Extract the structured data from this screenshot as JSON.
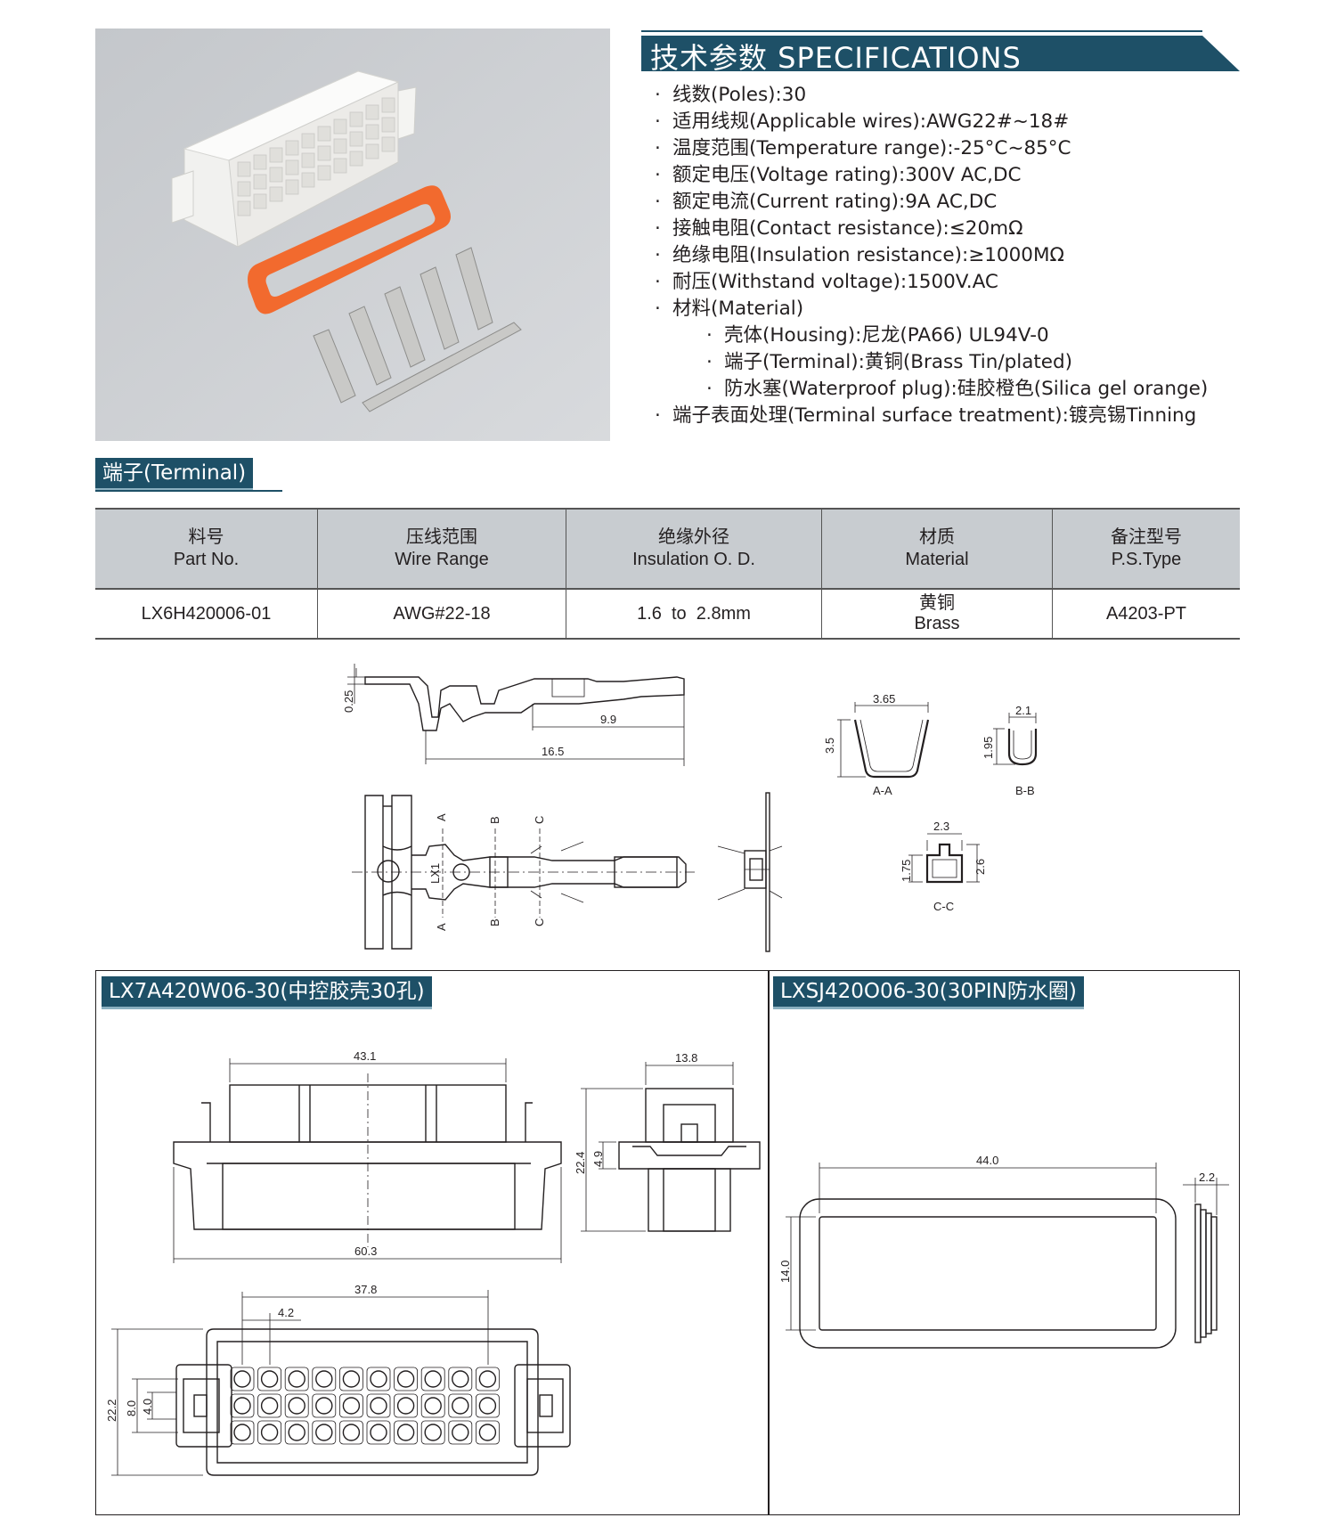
{
  "spec_header": "技术参数 SPECIFICATIONS",
  "specs": [
    {
      "text": "线数(Poles):30",
      "level": 0
    },
    {
      "text": "适用线规(Applicable wires):AWG22#~18#",
      "level": 0
    },
    {
      "text": "温度范围(Temperature range):-25°C~85°C",
      "level": 0
    },
    {
      "text": "额定电压(Voltage rating):300V AC,DC",
      "level": 0
    },
    {
      "text": "额定电流(Current rating):9A AC,DC",
      "level": 0
    },
    {
      "text": "接触电阻(Contact resistance):≤20mΩ",
      "level": 0
    },
    {
      "text": "绝缘电阻(Insulation resistance):≥1000MΩ",
      "level": 0
    },
    {
      "text": "耐压(Withstand voltage):1500V.AC",
      "level": 0
    },
    {
      "text": "材料(Material)",
      "level": 0
    },
    {
      "text": "壳体(Housing):尼龙(PA66) UL94V-0",
      "level": 1
    },
    {
      "text": "端子(Terminal):黄铜(Brass Tin/plated)",
      "level": 1
    },
    {
      "text": "防水塞(Waterproof plug):硅胶橙色(Silica gel orange)",
      "level": 1
    },
    {
      "text": "端子表面处理(Terminal surface treatment):镀亮锡Tinning",
      "level": 0
    }
  ],
  "bullet": "·",
  "terminal_tab": "端子(Terminal)",
  "terminal_table": {
    "headers": [
      {
        "cn": "料号",
        "en": "Part No."
      },
      {
        "cn": "压线范围",
        "en": "Wire Range"
      },
      {
        "cn": "绝缘外径",
        "en": "Insulation O. D."
      },
      {
        "cn": "材质",
        "en": "Material"
      },
      {
        "cn": "备注型号",
        "en": "P.S.Type"
      }
    ],
    "row": {
      "part_no": "LX6H420006-01",
      "wire_range": "AWG#22-18",
      "insulation_od": "1.6  to  2.8mm",
      "material_cn": "黄铜",
      "material_en": "Brass",
      "ps_type": "A4203-PT"
    }
  },
  "terminal_drawing": {
    "dim_thickness": "0.25",
    "dim_9_9": "9.9",
    "dim_16_5": "16.5",
    "sec_a": "A",
    "sec_b": "B",
    "sec_c": "C",
    "mark_lx1": "LX1",
    "aa_width": "3.65",
    "aa_height": "3.5",
    "aa_label": "A-A",
    "bb_width": "2.1",
    "bb_height": "1.95",
    "bb_label": "B-B",
    "cc_width": "2.3",
    "cc_h1": "1.75",
    "cc_h2": "2.6",
    "cc_label": "C-C"
  },
  "housing_tab": "LX7A420W06-30(中控胶壳30孔)",
  "housing_drawing": {
    "dim_43_1": "43.1",
    "dim_60_3": "60.3",
    "dim_13_8": "13.8",
    "dim_22_4": "22.4",
    "dim_4_9": "4.9",
    "dim_37_8": "37.8",
    "dim_4_2": "4.2",
    "dim_22_2": "22.2",
    "dim_8_0": "8.0",
    "dim_4_0": "4.0"
  },
  "seal_tab": "LXSJ420O06-30(30PIN防水圈)",
  "seal_drawing": {
    "dim_44_0": "44.0",
    "dim_14_0": "14.0",
    "dim_2_2": "2.2"
  },
  "colors": {
    "accent": "#1e5067",
    "accent_light": "#8bb0c0",
    "header_gray": "#c8ccd0",
    "seal_orange": "#f26a2e"
  }
}
